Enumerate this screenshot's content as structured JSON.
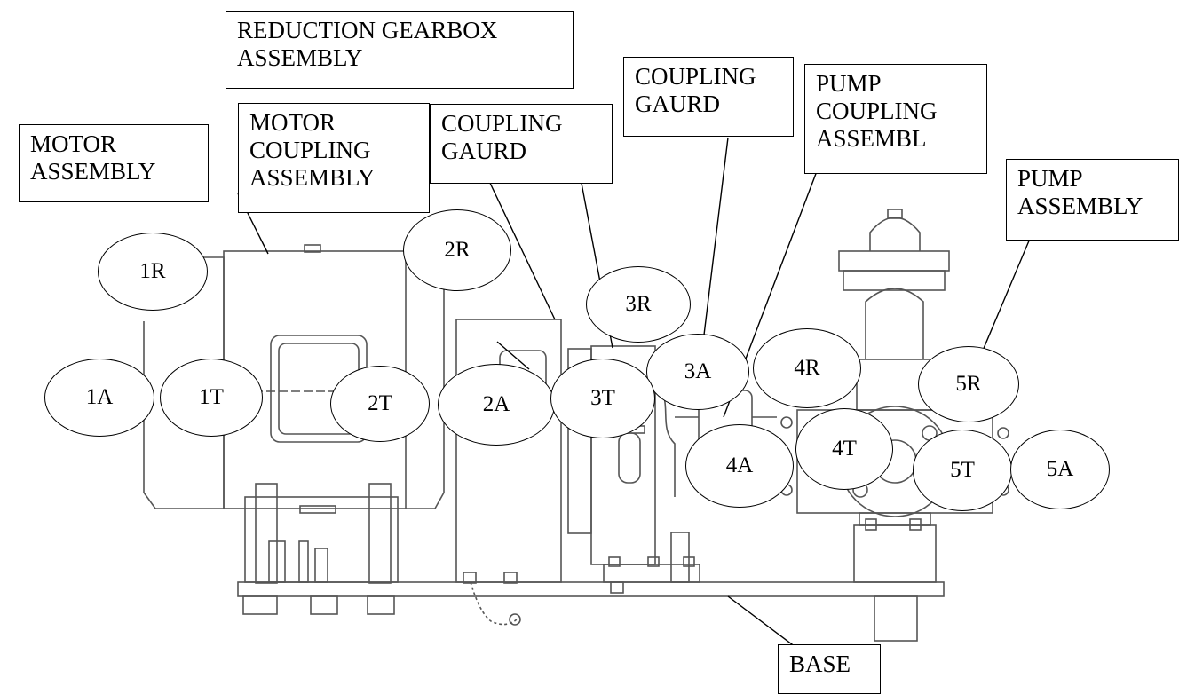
{
  "colors": {
    "line": "#000000",
    "background": "#ffffff"
  },
  "labels": {
    "reduction_gearbox": "REDUCTION GEARBOX\nASSEMBLY",
    "coupling_guard_right": "COUPLING\nGAURD",
    "pump_coupling": "PUMP\nCOUPLING\nASSEMBL",
    "motor_assembly": "MOTOR\nASSEMBLY",
    "motor_coupling": "MOTOR\nCOUPLING\nASSEMBLY",
    "coupling_guard_left": "COUPLING\nGAURD",
    "pump_assembly": "PUMP\nASSEMBLY",
    "base": "BASE"
  },
  "points": {
    "p1R": "1R",
    "p1A": "1A",
    "p1T": "1T",
    "p2R": "2R",
    "p2T": "2T",
    "p2A": "2A",
    "p3R": "3R",
    "p3A": "3A",
    "p3T": "3T",
    "p4R": "4R",
    "p4A": "4A",
    "p4T": "4T",
    "p5R": "5R",
    "p5T": "5T",
    "p5A": "5A"
  }
}
